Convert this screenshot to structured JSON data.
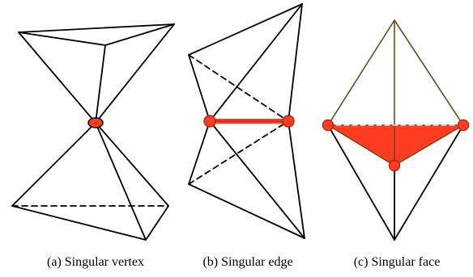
{
  "captions": {
    "a": "(a) Singular vertex",
    "b": "(b) Singular edge",
    "c": "(c) Singular face"
  },
  "colors": {
    "stroke": "#000000",
    "singular_fill": "#ff3b22",
    "singular_stroke": "#b0240f",
    "face_edge": "#6b4a12"
  }
}
